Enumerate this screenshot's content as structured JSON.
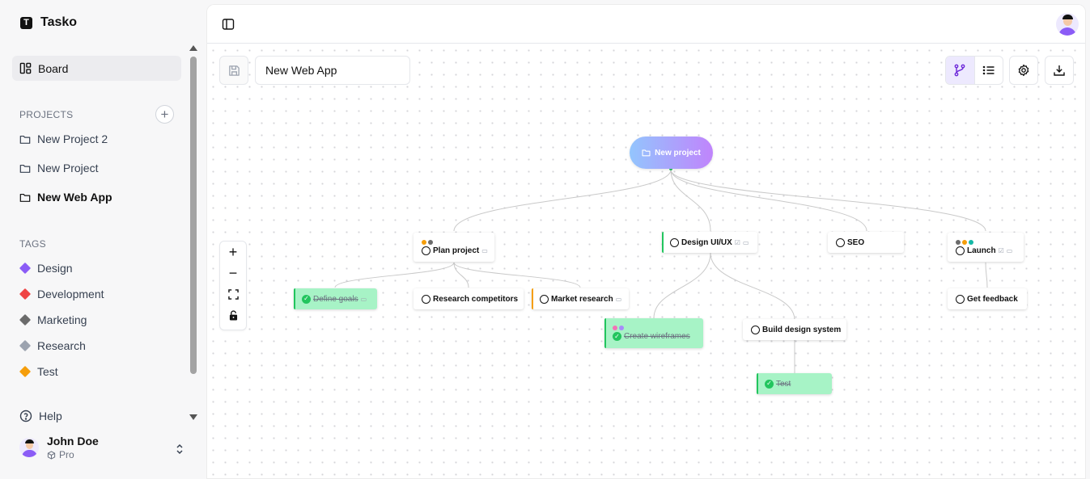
{
  "app": {
    "name": "Tasko",
    "logo_letter": "T"
  },
  "nav": {
    "board_label": "Board"
  },
  "projects": {
    "heading": "PROJECTS",
    "add_symbol": "+",
    "items": [
      {
        "label": "New Project 2"
      },
      {
        "label": "New Project"
      },
      {
        "label": "New Web App"
      }
    ]
  },
  "tags": {
    "heading": "TAGS",
    "items": [
      {
        "label": "Design",
        "color": "#8b5cf6"
      },
      {
        "label": "Development",
        "color": "#ef4444"
      },
      {
        "label": "Marketing",
        "color": "#6b6b6b"
      },
      {
        "label": "Research",
        "color": "#9ca3af"
      },
      {
        "label": "Test",
        "color": "#f59e0b"
      }
    ]
  },
  "help": {
    "label": "Help"
  },
  "user": {
    "name": "John Doe",
    "plan": "Pro"
  },
  "toolbar": {
    "project_name_value": "New Web App",
    "icons": [
      "save-icon",
      "git-branch-icon",
      "list-icon",
      "gear-icon",
      "download-icon"
    ]
  },
  "zoom": {
    "in": "+",
    "out": "−"
  },
  "flow": {
    "root": {
      "label": "New project"
    },
    "nodes": {
      "plan_project": {
        "label": "Plan project"
      },
      "design_uiux": {
        "label": "Design UI/UX"
      },
      "seo": {
        "label": "SEO"
      },
      "launch": {
        "label": "Launch"
      },
      "define_goals": {
        "label": "Define goals",
        "done": true
      },
      "research_competitors": {
        "label": "Research competitors"
      },
      "market_research": {
        "label": "Market research"
      },
      "create_wireframes": {
        "label": "Create wireframes",
        "done": true
      },
      "build_design_system": {
        "label": "Build design system"
      },
      "test": {
        "label": "Test",
        "done": true
      },
      "get_feedback": {
        "label": "Get feedback"
      }
    },
    "colors": {
      "accent_green": "#22c55e",
      "accent_orange": "#f59e0b",
      "done_bg": "#a7f3c6",
      "edge": "#c9c9c9"
    }
  }
}
